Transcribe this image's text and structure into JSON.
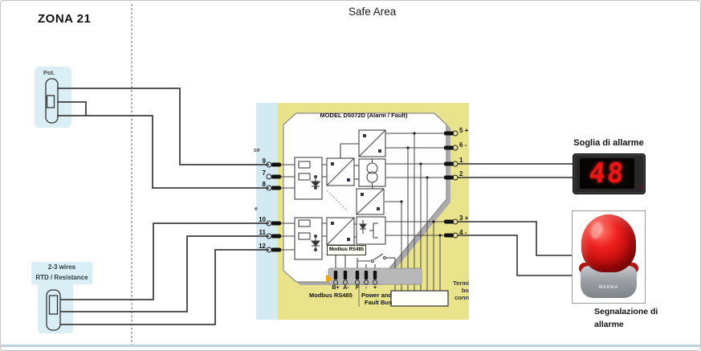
{
  "page": {
    "zone_label": "ZONA 21",
    "safe_area_label": "Safe Area"
  },
  "sensors": {
    "pot": {
      "label": "Pot."
    },
    "rtd": {
      "label_line1": "2-3 wires",
      "label_line2": "RTD / Resistance"
    }
  },
  "module": {
    "title": "MODEL D5072D (Alarm / Fault)",
    "left_terminals": [
      "9",
      "7",
      "8",
      "10",
      "11",
      "12"
    ],
    "right_terminals": [
      "5 +",
      "6 -",
      "1",
      "2",
      "3 +",
      "4 -"
    ],
    "strip_fragment_top": "ce",
    "strip_fragment_bottom": "e",
    "modbus_tag": "Modbus RS485",
    "pins": [
      "B+",
      "A-",
      "F",
      "-",
      "+"
    ],
    "modbus_caption": "Modbus RS485",
    "power_caption_line1": "Power and",
    "power_caption_line2": "Fault Bus",
    "clipped_side_text_line1": "Termi",
    "clipped_side_text_line2": "bo",
    "clipped_side_text_line3": "conn"
  },
  "display": {
    "title": "Soglia di allarme",
    "value": "48"
  },
  "beacon": {
    "brand": "WERMA",
    "caption_line1": "Segnalazione di",
    "caption_line2": "allarme"
  },
  "colors": {
    "module_yellow": "#e9e48c",
    "module_blue_strip": "#d4eaf2",
    "sensor_bg": "#d9eef5",
    "wire": "#3f3f3f",
    "display_digit_red": "#ef1414",
    "beacon_red": "#cf1110",
    "bottom_rule_blue": "#bcd2de"
  }
}
